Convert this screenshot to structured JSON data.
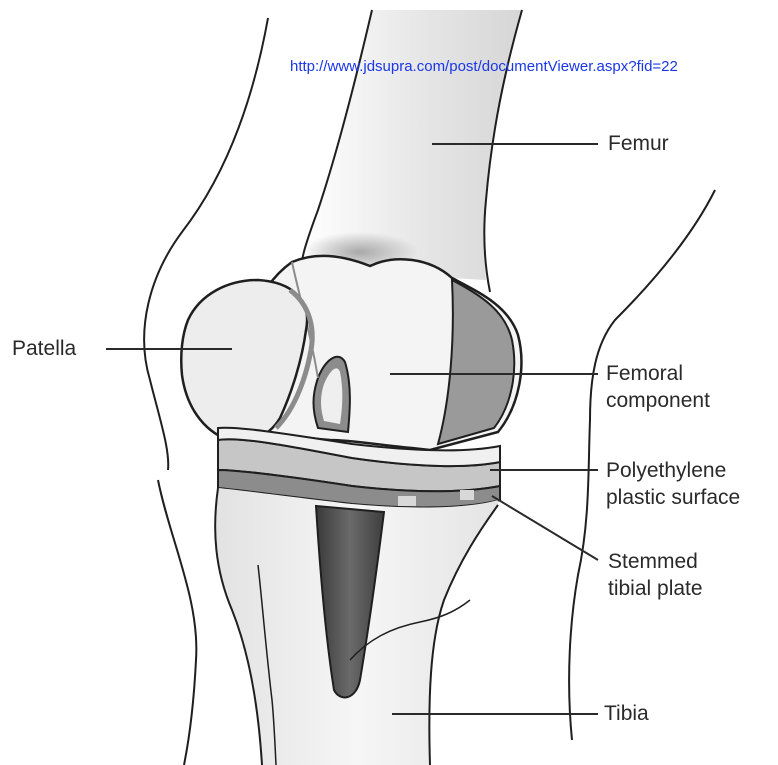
{
  "source_url": "http://www.jdsupra.com/post/documentViewer.aspx?fid=22",
  "labels": {
    "femur": "Femur",
    "patella": "Patella",
    "femoral_component": [
      "Femoral",
      "component"
    ],
    "polyethylene": [
      "Polyethylene",
      "plastic surface"
    ],
    "stemmed_plate": [
      "Stemmed",
      "tibial plate"
    ],
    "tibia": "Tibia"
  },
  "colors": {
    "outline": "#1f1f1f",
    "bone": "#ebebeb",
    "implant_metal": "#f4f4f4",
    "implant_rim": "#8c8c8c",
    "stem": "#4d4d4d",
    "poly_band": "#c6c6c6",
    "url": "#1a37e8",
    "label": "#2a2a2a"
  }
}
